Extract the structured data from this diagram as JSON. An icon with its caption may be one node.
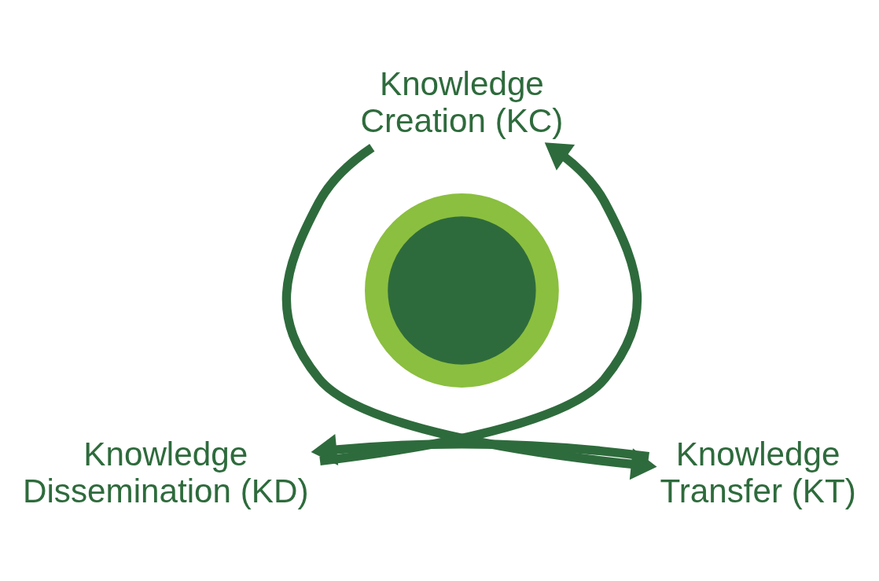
{
  "diagram": {
    "nodes": [
      {
        "text": [
          "Knowledge Creation (KC)"
        ]
      },
      {
        "text": [
          "Knowledge Transfer (KT)"
        ]
      },
      {
        "text": [
          "Knowledge Dissemination (KD)"
        ]
      },
      {
        "text": [],
        "shape": "circle"
      }
    ],
    "edges": [
      {
        "from": 0,
        "to": 1,
        "arrow": "to"
      },
      {
        "from": 1,
        "to": 2,
        "arrow": "to"
      },
      {
        "from": 2,
        "to": 0,
        "arrow": "to"
      }
    ]
  }
}
